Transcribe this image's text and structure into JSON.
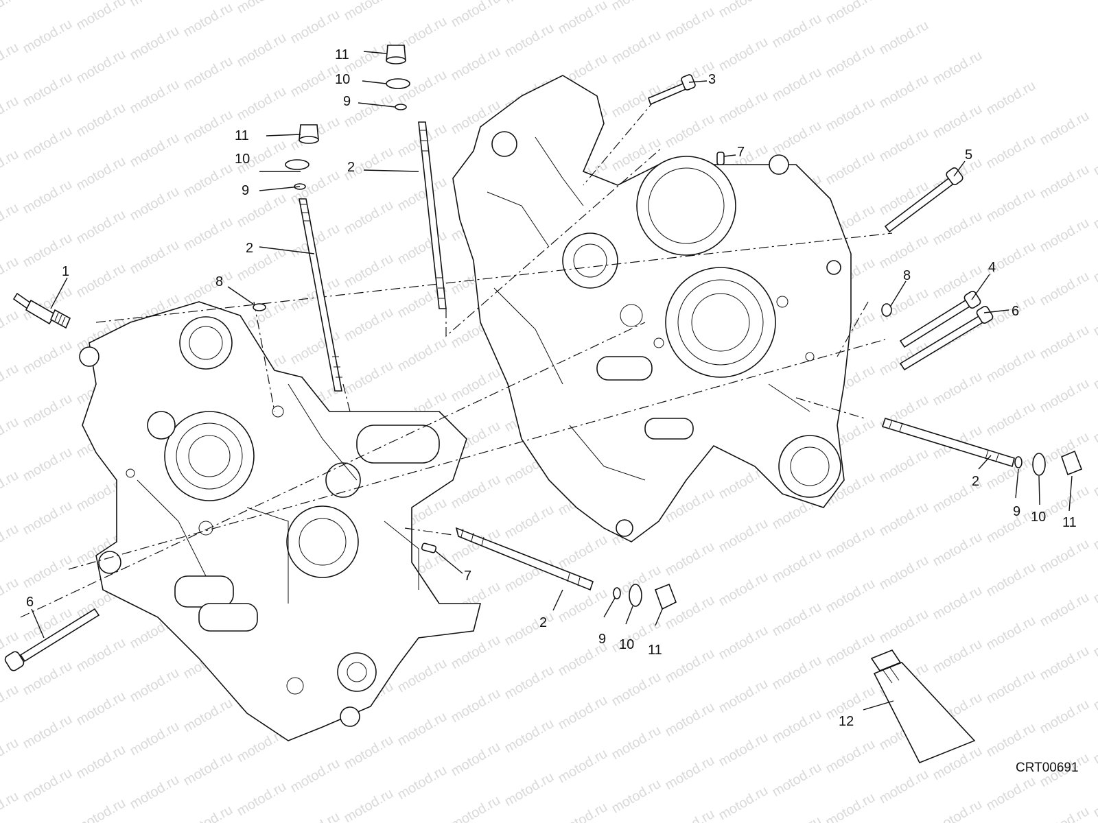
{
  "watermark": "motod.ru",
  "diagram_code": "CRT00691",
  "callouts": {
    "c1": "1",
    "c2": "2",
    "c3": "3",
    "c4": "4",
    "c5": "5",
    "c6": "6",
    "c7": "7",
    "c8": "8",
    "c9": "9",
    "c10": "10",
    "c11": "11",
    "c12": "12"
  },
  "colors": {
    "ink": "#111111",
    "watermark": "#d9d9d9",
    "background": "#ffffff"
  }
}
